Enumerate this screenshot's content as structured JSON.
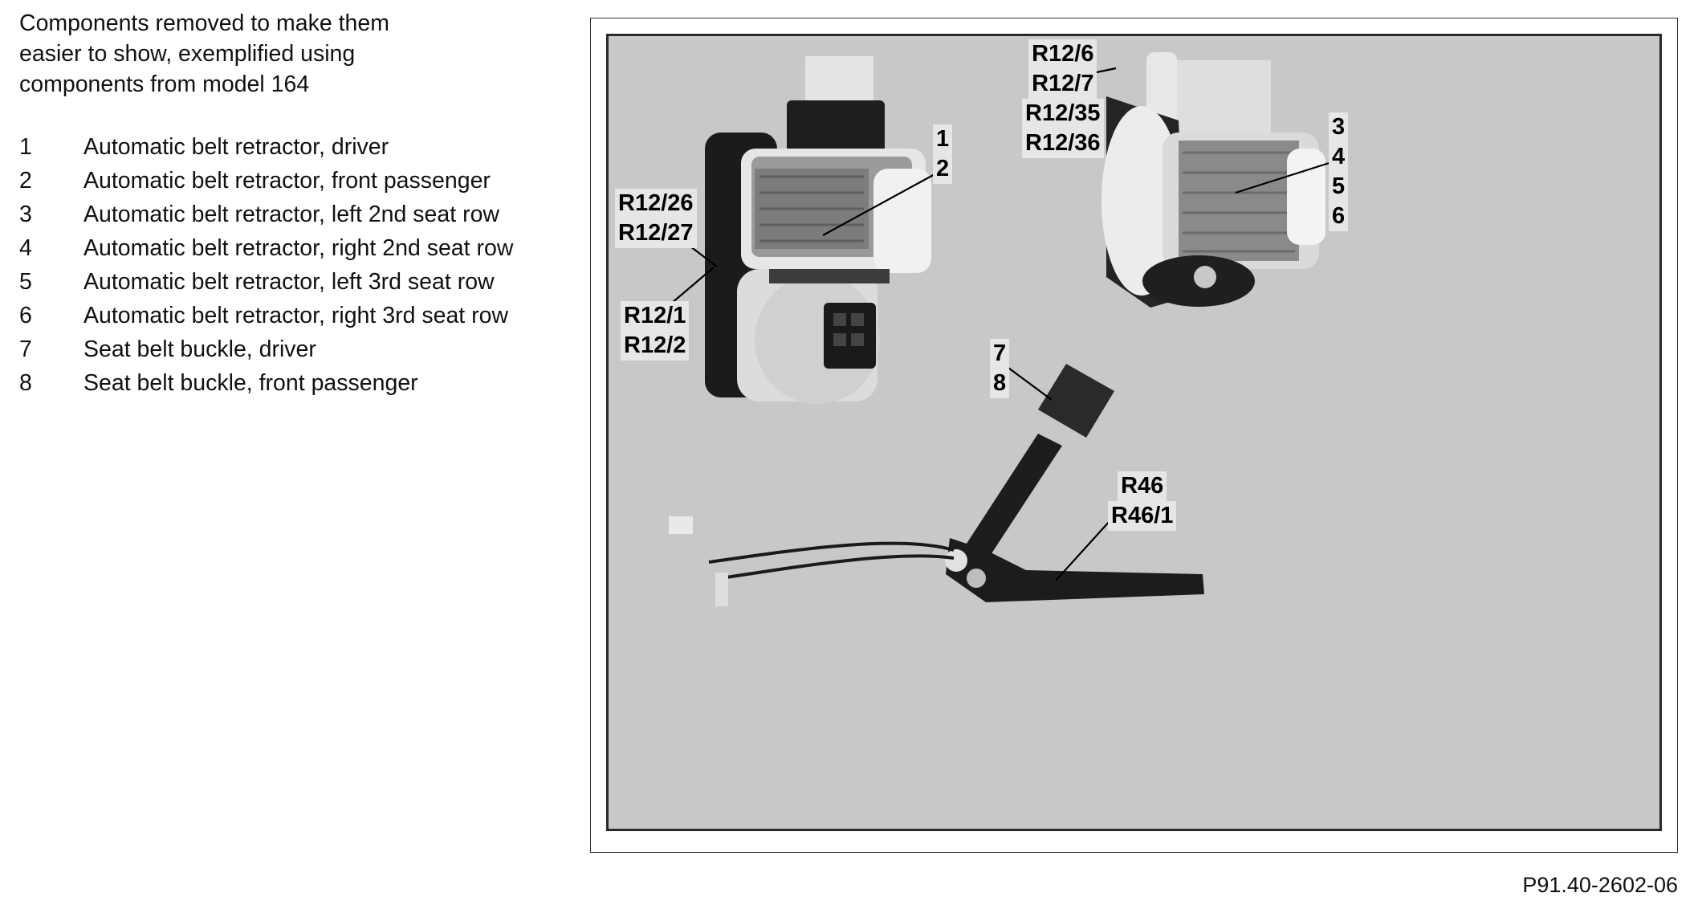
{
  "intro_lines": [
    "Components removed to make them",
    "easier to show, exemplified using",
    "components from model 164"
  ],
  "legend": [
    {
      "num": "1",
      "text": "Automatic belt retractor, driver"
    },
    {
      "num": "2",
      "text": "Automatic belt retractor, front passenger"
    },
    {
      "num": "3",
      "text": "Automatic belt retractor, left 2nd seat row"
    },
    {
      "num": "4",
      "text": "Automatic belt retractor, right 2nd seat row"
    },
    {
      "num": "5",
      "text": "Automatic belt retractor, left 3rd seat row"
    },
    {
      "num": "6",
      "text": "Automatic belt retractor, right 3rd seat row"
    },
    {
      "num": "7",
      "text": "Seat belt buckle, driver"
    },
    {
      "num": "8",
      "text": "Seat belt buckle, front passenger"
    }
  ],
  "photo_labels": {
    "r12_6_group": [
      "R12/6",
      "R12/7",
      "R12/35",
      "R12/36"
    ],
    "num_1_2": [
      "1",
      "2"
    ],
    "num_3_6": [
      "3",
      "4",
      "5",
      "6"
    ],
    "r12_26_group": [
      "R12/26",
      "R12/27"
    ],
    "r12_1_group": [
      "R12/1",
      "R12/2"
    ],
    "num_7_8": [
      "7",
      "8"
    ],
    "r46_group": [
      "R46",
      "R46/1"
    ]
  },
  "reference": "P91.40-2602-06"
}
